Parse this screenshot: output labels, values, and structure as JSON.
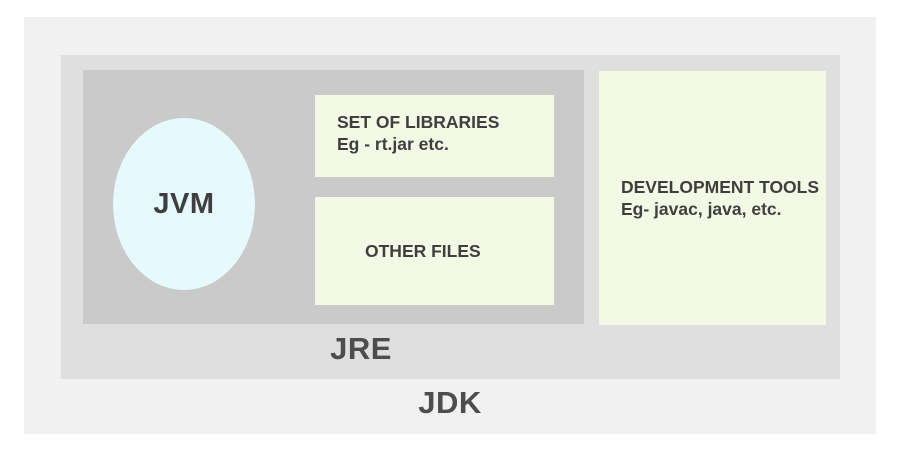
{
  "diagram": {
    "title": "JDK / JRE / JVM architecture diagram",
    "outer": {
      "name": "JDK",
      "label": "JDK",
      "color": "#f1f1f1"
    },
    "jre": {
      "name": "JRE",
      "label": "JRE",
      "color": "#dfdfdf"
    },
    "jre_inner": {
      "color": "#cacaca"
    },
    "jvm": {
      "label": "JVM",
      "color": "#e6fafd",
      "shape": "ellipse"
    },
    "cards": {
      "libraries": {
        "line1": "SET OF LIBRARIES",
        "line2": "Eg - rt.jar etc.",
        "color": "#f3f9e4"
      },
      "other_files": {
        "label": "OTHER FILES",
        "color": "#f3f9e4"
      },
      "development_tools": {
        "label": "DEVELOPMENT TOOLS Eg- javac, java, etc.",
        "color": "#f3f9e4"
      }
    },
    "text_color": "#3f3f3f",
    "label_color": "#4d4d4d",
    "background": "#ffffff"
  }
}
